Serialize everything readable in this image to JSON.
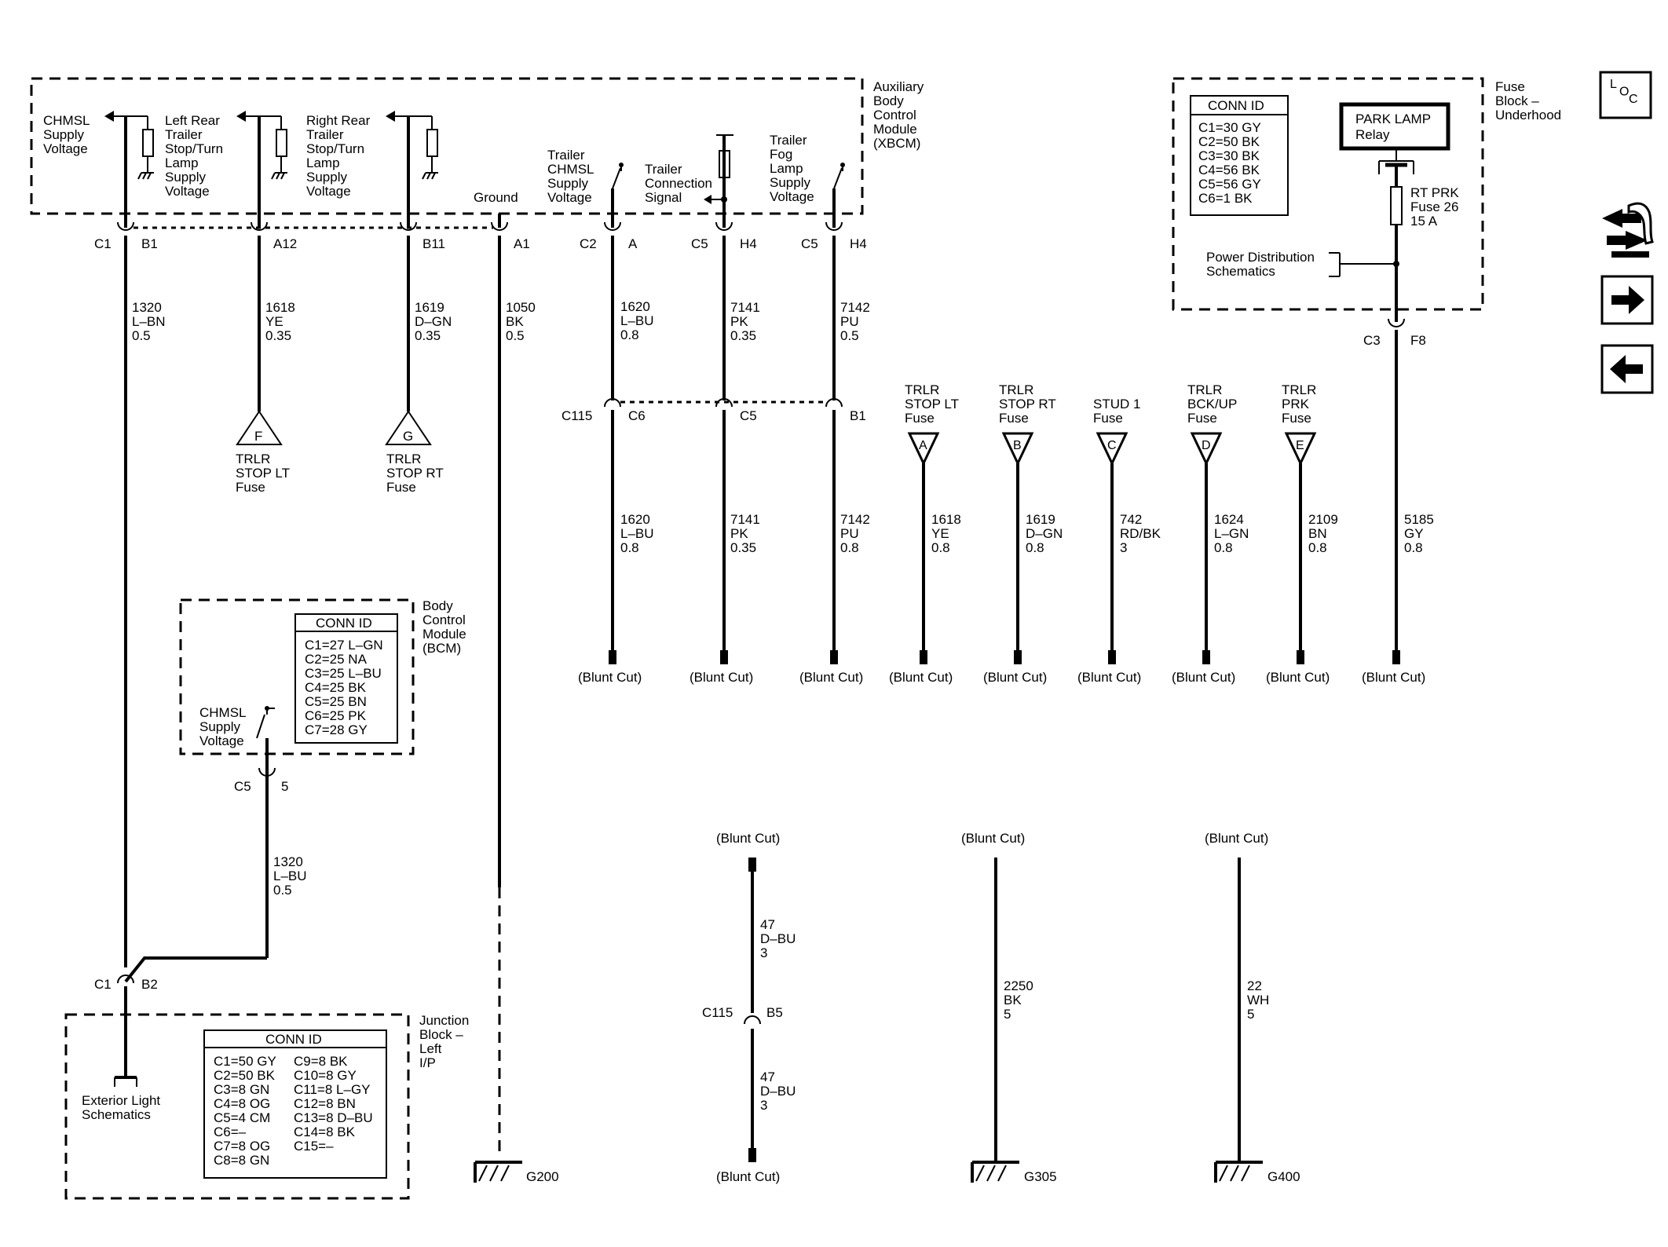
{
  "modules": {
    "xbcm": "Auxiliary\nBody\nControl\nModule\n(XBCM)",
    "bcm": "Body\nControl\nModule\n(BCM)",
    "fuse_block": "Fuse\nBlock –\nUnderhood",
    "junction_block": "Junction\nBlock –\nLeft\nI/P"
  },
  "xbcm_labels": {
    "chmsl": "CHMSL\nSupply\nVoltage",
    "left_rear": "Left Rear\nTrailer\nStop/Turn\nLamp\nSupply\nVoltage",
    "right_rear": "Right Rear\nTrailer\nStop/Turn\nLamp\nSupply\nVoltage",
    "ground": "Ground",
    "trailer_chmsl": "Trailer\nCHMSL\nSupply\nVoltage",
    "trailer_connection": "Trailer\nConnection\nSignal",
    "trailer_fog": "Trailer\nFog\nLamp\nSupply\nVoltage"
  },
  "xbcm_pins": {
    "p1_conn": "C1",
    "p1_pin": "B1",
    "p2_pin": "A12",
    "p3_pin": "B11",
    "p4_pin": "A1",
    "p5_conn": "C2",
    "p5_pin": "A",
    "p6_conn": "C5",
    "p6_pin": "H4",
    "p7_conn": "C5",
    "p7_pin": "H4"
  },
  "wires": {
    "w1320a": "1320\nL–BN\n0.5",
    "w1618a": "1618\nYE\n0.35",
    "w1619a": "1619\nD–GN\n0.35",
    "w1050": "1050\nBK\n0.5",
    "w1620a": "1620\nL–BU\n0.8",
    "w7141a": "7141\nPK\n0.35",
    "w7142a": "7142\nPU\n0.5",
    "w1620b": "1620\nL–BU\n0.8",
    "w7141b": "7141\nPK\n0.35",
    "w7142b": "7142\nPU\n0.8",
    "w1618b": "1618\nYE\n0.8",
    "w1619b": "1619\nD–GN\n0.8",
    "w742": "742\nRD/BK\n3",
    "w1624": "1624\nL–GN\n0.8",
    "w2109": "2109\nBN\n0.8",
    "w5185": "5185\nGY\n0.8",
    "w1320b": "1320\nL–BU\n0.5",
    "w47a": "47\nD–BU\n3",
    "w47b": "47\nD–BU\n3",
    "w2250": "2250\nBK\n5",
    "w22": "22\nWH\n5"
  },
  "c115": {
    "conn": "C115",
    "p1": "C6",
    "p2": "C5",
    "p3": "B1",
    "b5_conn": "C115",
    "b5_pin": "B5"
  },
  "fuse_refs": {
    "f_letter": "F",
    "f_label": "TRLR\nSTOP LT\nFuse",
    "g_letter": "G",
    "g_label": "TRLR\nSTOP RT\nFuse",
    "a_letter": "A",
    "a_label": "TRLR\nSTOP LT\nFuse",
    "b_letter": "B",
    "b_label": "TRLR\nSTOP RT\nFuse",
    "c_letter": "C",
    "c_label": "STUD 1\nFuse",
    "d_letter": "D",
    "d_label": "TRLR\nBCK/UP\nFuse",
    "e_letter": "E",
    "e_label": "TRLR\nPRK\nFuse"
  },
  "blunt_cut": "(Blunt Cut)",
  "fuse_block": {
    "conn_title": "CONN ID",
    "conn_ids": "C1=30 GY\nC2=50 BK\nC3=30 BK\nC4=56 BK\nC5=56 GY\nC6=1 BK",
    "relay": "PARK LAMP\nRelay",
    "fuse": "RT PRK\nFuse 26\n15 A",
    "power_dist": "Power Distribution\nSchematics",
    "c3": "C3",
    "f8": "F8"
  },
  "bcm": {
    "conn_title": "CONN ID",
    "conn_ids": "C1=27 L–GN\nC2=25 NA\nC3=25 L–BU\nC4=25 BK\nC5=25 BN\nC6=25 PK\nC7=28 GY",
    "chmsl": "CHMSL\nSupply\nVoltage",
    "conn": "C5",
    "pin": "5"
  },
  "junction": {
    "conn": "C1",
    "pin": "B2",
    "conn_title": "CONN ID",
    "col1": "C1=50 GY\nC2=50 BK\nC3=8 GN\nC4=8 OG\nC5=4 CM\nC6=–\nC7=8 OG\nC8=8 GN",
    "col2": "C9=8 BK\nC10=8 GY\nC11=8 L–GY\nC12=8 BN\nC13=8 D–BU\nC14=8 BK\nC15=–",
    "exterior": "Exterior Light\nSchematics"
  },
  "grounds": {
    "g200": "G200",
    "g305": "G305",
    "g400": "G400"
  },
  "nav": {
    "loc": "L O C"
  }
}
